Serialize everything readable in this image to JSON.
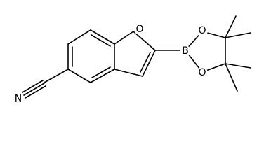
{
  "molecule": {
    "atoms": {
      "furan_oxygen": "O",
      "boron": "B",
      "boronate_oxygen_top": "O",
      "boronate_oxygen_bottom": "O",
      "nitrile_nitrogen": "N"
    }
  },
  "colors": {
    "bond": "#000000",
    "background": "#ffffff"
  }
}
